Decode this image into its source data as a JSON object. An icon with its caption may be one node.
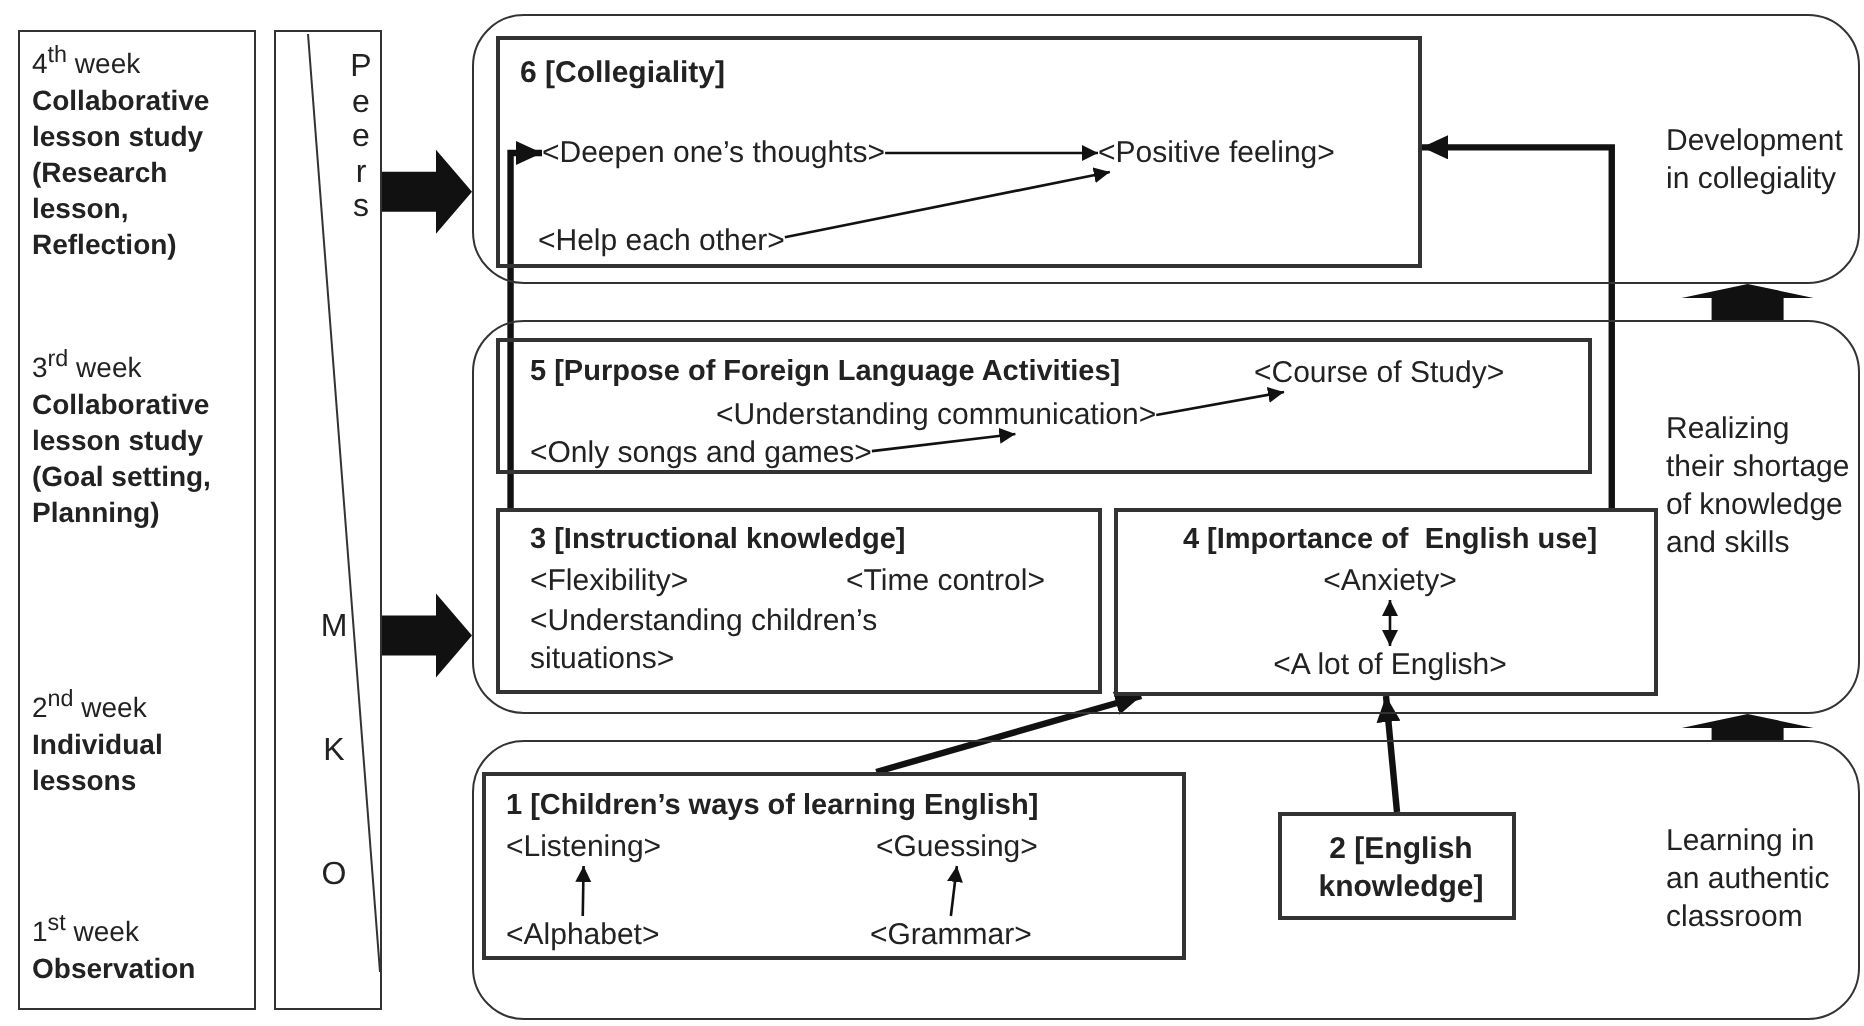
{
  "diagram": {
    "nodes": [
      {
        "text": [
          "4$^{th}$ week **Collaborative lesson study (Research lesson, Reflection)**",
          "3$^{rd}$ week **Collaborative lesson study (Goal setting, Planning)**",
          "2$^{nd}$ week **Individual lessons**",
          "1$^{st}$ week **Observation**"
        ]
      },
      {
        "text": [
          "Peers",
          "MKO"
        ]
      },
      {
        "text": [
          "Development in collegiality"
        ]
      },
      {
        "text": [
          "6 [Collegiality]"
        ],
        "in": 2
      },
      {
        "text": [
          "<Deepen one’s thoughts>"
        ],
        "in": 3
      },
      {
        "text": [
          "<Positive feeling>"
        ],
        "in": 3
      },
      {
        "text": [
          "<Help each other>"
        ],
        "in": 3
      },
      {
        "text": [
          "Realizing their shortage of knowledge and skills"
        ]
      },
      {
        "text": [
          "5 [Purpose of Foreign Language Activities]"
        ],
        "in": 7
      },
      {
        "text": [
          "<Course of Study>"
        ],
        "in": 8
      },
      {
        "text": [
          "<Understanding communication>"
        ],
        "in": 8
      },
      {
        "text": [
          "<Only songs and games>"
        ],
        "in": 8
      },
      {
        "text": [
          "3 [Instructional knowledge]",
          "<Flexibility>",
          "<Time control>",
          "<Understanding children’s situations>"
        ],
        "in": 7
      },
      {
        "text": [
          "4 [Importance of  English use]"
        ],
        "in": 7
      },
      {
        "text": [
          "<Anxiety>"
        ],
        "in": 13
      },
      {
        "text": [
          "<A lot of English>"
        ],
        "in": 13
      },
      {
        "text": [
          "Learning in an authentic classroom"
        ]
      },
      {
        "text": [
          "1 [Children’s ways of learning English]"
        ],
        "in": 16
      },
      {
        "text": [
          "<Listening>"
        ],
        "in": 17
      },
      {
        "text": [
          "<Guessing>"
        ],
        "in": 17
      },
      {
        "text": [
          "<Alphabet>"
        ],
        "in": 17
      },
      {
        "text": [
          "<Grammar>"
        ],
        "in": 17
      },
      {
        "text": [
          "2 [English knowledge]"
        ],
        "in": 16
      }
    ],
    "edges": [
      {
        "from": 1,
        "to": 2,
        "arrow": "to",
        "style": "thick"
      },
      {
        "from": 1,
        "to": 7,
        "arrow": "to",
        "style": "thick"
      },
      {
        "from": 16,
        "to": 7,
        "arrow": "to",
        "style": "thick"
      },
      {
        "from": 7,
        "to": 2,
        "arrow": "to",
        "style": "thick"
      },
      {
        "from": 4,
        "to": 5,
        "arrow": "to"
      },
      {
        "from": 6,
        "to": 5,
        "arrow": "to"
      },
      {
        "from": 10,
        "to": 9,
        "arrow": "to"
      },
      {
        "from": 11,
        "to": 10,
        "arrow": "to"
      },
      {
        "from": 12,
        "to": 4,
        "arrow": "to",
        "style": "thick"
      },
      {
        "from": 13,
        "to": 3,
        "arrow": "to",
        "style": "thick"
      },
      {
        "from": 14,
        "to": 15,
        "arrow": "both"
      },
      {
        "from": 17,
        "to": 13,
        "arrow": "to",
        "style": "thick"
      },
      {
        "from": 22,
        "to": 13,
        "arrow": "to",
        "style": "thick"
      },
      {
        "from": 20,
        "to": 18,
        "arrow": "to"
      },
      {
        "from": 21,
        "to": 19,
        "arrow": "to"
      }
    ]
  }
}
